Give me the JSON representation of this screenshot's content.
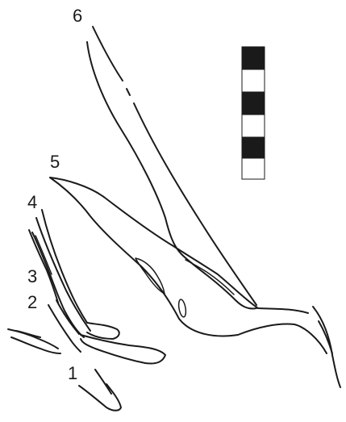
{
  "labels": {
    "l1": "1",
    "l2": "2",
    "l3": "3",
    "l4": "4",
    "l5": "5",
    "l6": "6"
  },
  "scale_bar": {
    "segments": [
      "black",
      "white",
      "black",
      "white",
      "black",
      "white"
    ]
  },
  "colors": {
    "ink": "#1a1a1a",
    "background": "#ffffff"
  }
}
